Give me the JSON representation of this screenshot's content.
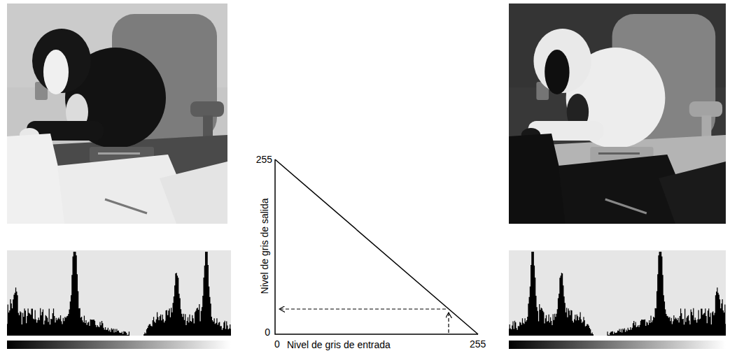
{
  "diagram": {
    "labels": [
      "255",
      "Nivel de gris de salida",
      "0",
      "0",
      "Nivel de gris de entrada",
      "255"
    ]
  }
}
